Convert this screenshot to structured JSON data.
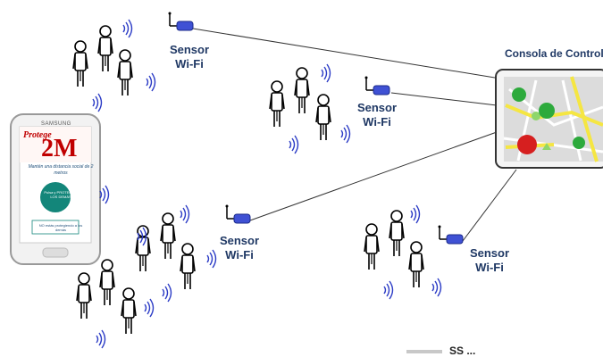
{
  "sensors": [
    {
      "line1": "Sensor",
      "line2": "Wi-Fi"
    },
    {
      "line1": "Sensor",
      "line2": "Wi-Fi"
    },
    {
      "line1": "Sensor",
      "line2": "Wi-Fi"
    },
    {
      "line1": "Sensor",
      "line2": "Wi-Fi"
    }
  ],
  "console": {
    "title": "Consola de Control"
  },
  "phone": {
    "brand": "SAMSUNG",
    "app_name_top": "Protege",
    "app_name_main": "2M",
    "message": "Mantén una distancia social de 2 metros",
    "circle_text": "Pulsa y PROTEGE A LOS DEMÁS",
    "status_text": "NO estás protegiendo a los demás"
  },
  "footer": {
    "partial_text": "SS ..."
  },
  "colors": {
    "sensor_body": "#3f51d4",
    "line": "#333333",
    "map_road": "#f5e642",
    "dot_green": "#2daa3c",
    "dot_red": "#d61f1f",
    "phone_accent": "#c00000",
    "teal": "#13867a",
    "label": "#1f3864"
  }
}
